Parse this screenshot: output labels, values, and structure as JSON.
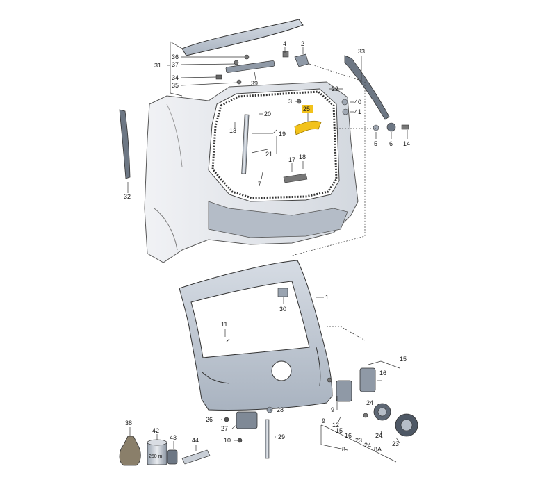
{
  "labels": {
    "p1": "1",
    "p2": "2",
    "p3": "3",
    "p4": "4",
    "p5": "5",
    "p6": "6",
    "p7": "7",
    "p8": "8",
    "p8a": "8A",
    "p9": "9",
    "p10": "10",
    "p11": "11",
    "p12": "12",
    "p13": "13",
    "p14": "14",
    "p15": "15",
    "p16": "16",
    "p17": "17",
    "p18": "18",
    "p19": "19",
    "p20": "20",
    "p21": "21",
    "p22": "22",
    "p23": "23",
    "p24": "24",
    "p25": "25",
    "p26": "26",
    "p27": "27",
    "p28": "28",
    "p29": "29",
    "p30": "30",
    "p31": "31",
    "p32": "32",
    "p33": "33",
    "p34": "34",
    "p35": "35",
    "p36": "36",
    "p37": "37",
    "p38": "38",
    "p39": "39",
    "p40": "40",
    "p41": "41",
    "p42": "42",
    "p43": "43",
    "p44": "44"
  },
  "can_text": "250 ml",
  "colors": {
    "panel": "#c5ccd6",
    "panel_dark": "#8a95a3",
    "body": "#e4e7ec",
    "line": "#333333",
    "highlight": "#f2c21b"
  }
}
